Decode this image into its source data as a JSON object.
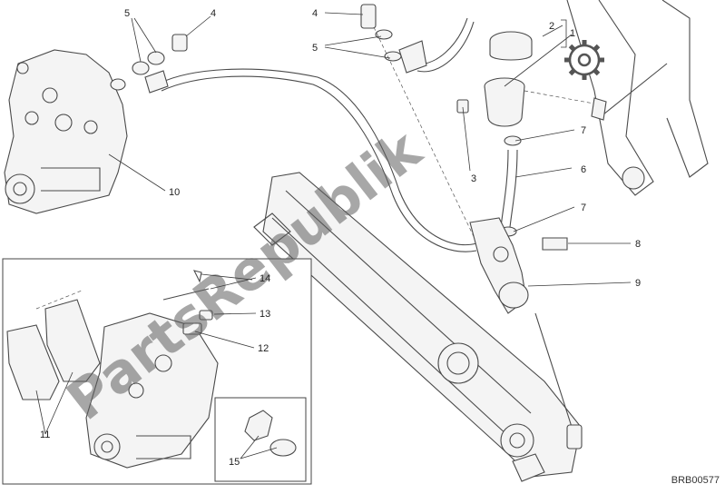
{
  "diagram": {
    "reference_code": "BRB00577",
    "watermark_text": "PartsRepublik",
    "callouts": [
      {
        "id": "c-1",
        "label": "1"
      },
      {
        "id": "c-2",
        "label": "2"
      },
      {
        "id": "c-3",
        "label": "3"
      },
      {
        "id": "c-4a",
        "label": "4"
      },
      {
        "id": "c-4b",
        "label": "4"
      },
      {
        "id": "c-5a",
        "label": "5"
      },
      {
        "id": "c-5b",
        "label": "5"
      },
      {
        "id": "c-6",
        "label": "6"
      },
      {
        "id": "c-7a",
        "label": "7"
      },
      {
        "id": "c-7b",
        "label": "7"
      },
      {
        "id": "c-8",
        "label": "8"
      },
      {
        "id": "c-9",
        "label": "9"
      },
      {
        "id": "c-10",
        "label": "10"
      },
      {
        "id": "c-11",
        "label": "11"
      },
      {
        "id": "c-12",
        "label": "12"
      },
      {
        "id": "c-13",
        "label": "13"
      },
      {
        "id": "c-14",
        "label": "14"
      },
      {
        "id": "c-15",
        "label": "15"
      }
    ],
    "icons": [
      "gear-icon"
    ]
  }
}
